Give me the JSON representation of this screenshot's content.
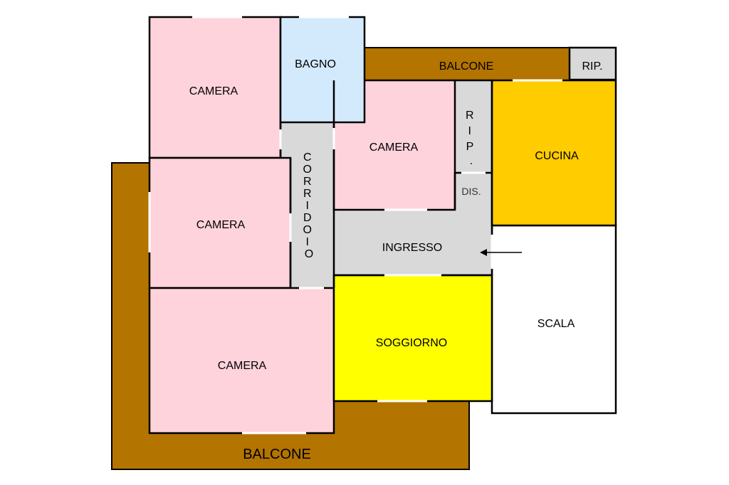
{
  "rooms": {
    "camera_top": "CAMERA",
    "bagno": "BAGNO",
    "balcone_top": "BALCONE",
    "rip_top": "RIP.",
    "camera_center": "CAMERA",
    "rip_vertical": [
      "R",
      "I",
      "P",
      "."
    ],
    "cucina": "CUCINA",
    "dis": "DIS.",
    "corridoio": [
      "C",
      "O",
      "R",
      "R",
      "I",
      "D",
      "O",
      "I",
      "O"
    ],
    "camera_mid": "CAMERA",
    "ingresso": "INGRESSO",
    "camera_bottom": "CAMERA",
    "soggiorno": "SOGGIORNO",
    "scala": "SCALA",
    "balcone_bottom": "BALCONE"
  },
  "colors": {
    "balcony": "#b37400",
    "bedroom": "#ffd3dc",
    "bathroom": "#d3eafc",
    "corridor": "#d9d9d9",
    "kitchen": "#ffcc00",
    "living": "#ffff00",
    "stairs": "#ffffff"
  }
}
